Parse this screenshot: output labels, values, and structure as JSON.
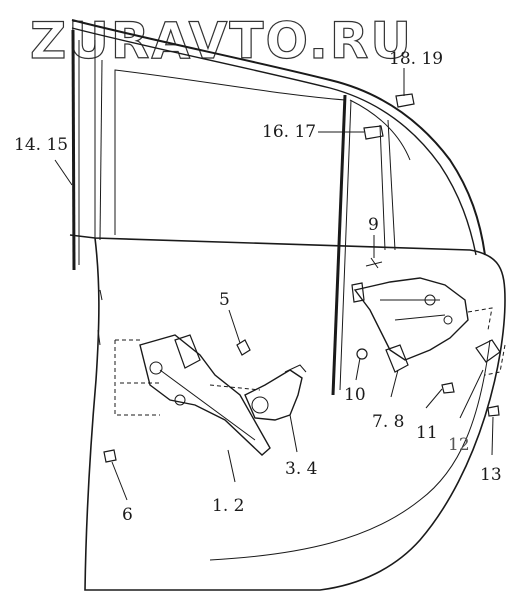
{
  "watermark": "ZURAVTO.RU",
  "callouts": [
    {
      "id": "c-14-15",
      "text": "14. 15"
    },
    {
      "id": "c-16-17",
      "text": "16. 17"
    },
    {
      "id": "c-18-19",
      "text": "18. 19"
    },
    {
      "id": "c-9",
      "text": "9"
    },
    {
      "id": "c-5",
      "text": "5"
    },
    {
      "id": "c-10",
      "text": "10"
    },
    {
      "id": "c-7-8",
      "text": "7. 8"
    },
    {
      "id": "c-11",
      "text": "11"
    },
    {
      "id": "c-12",
      "text": "12"
    },
    {
      "id": "c-13",
      "text": "13"
    },
    {
      "id": "c-3-4",
      "text": "3. 4"
    },
    {
      "id": "c-1-2",
      "text": "1. 2"
    },
    {
      "id": "c-6",
      "text": "6"
    }
  ]
}
